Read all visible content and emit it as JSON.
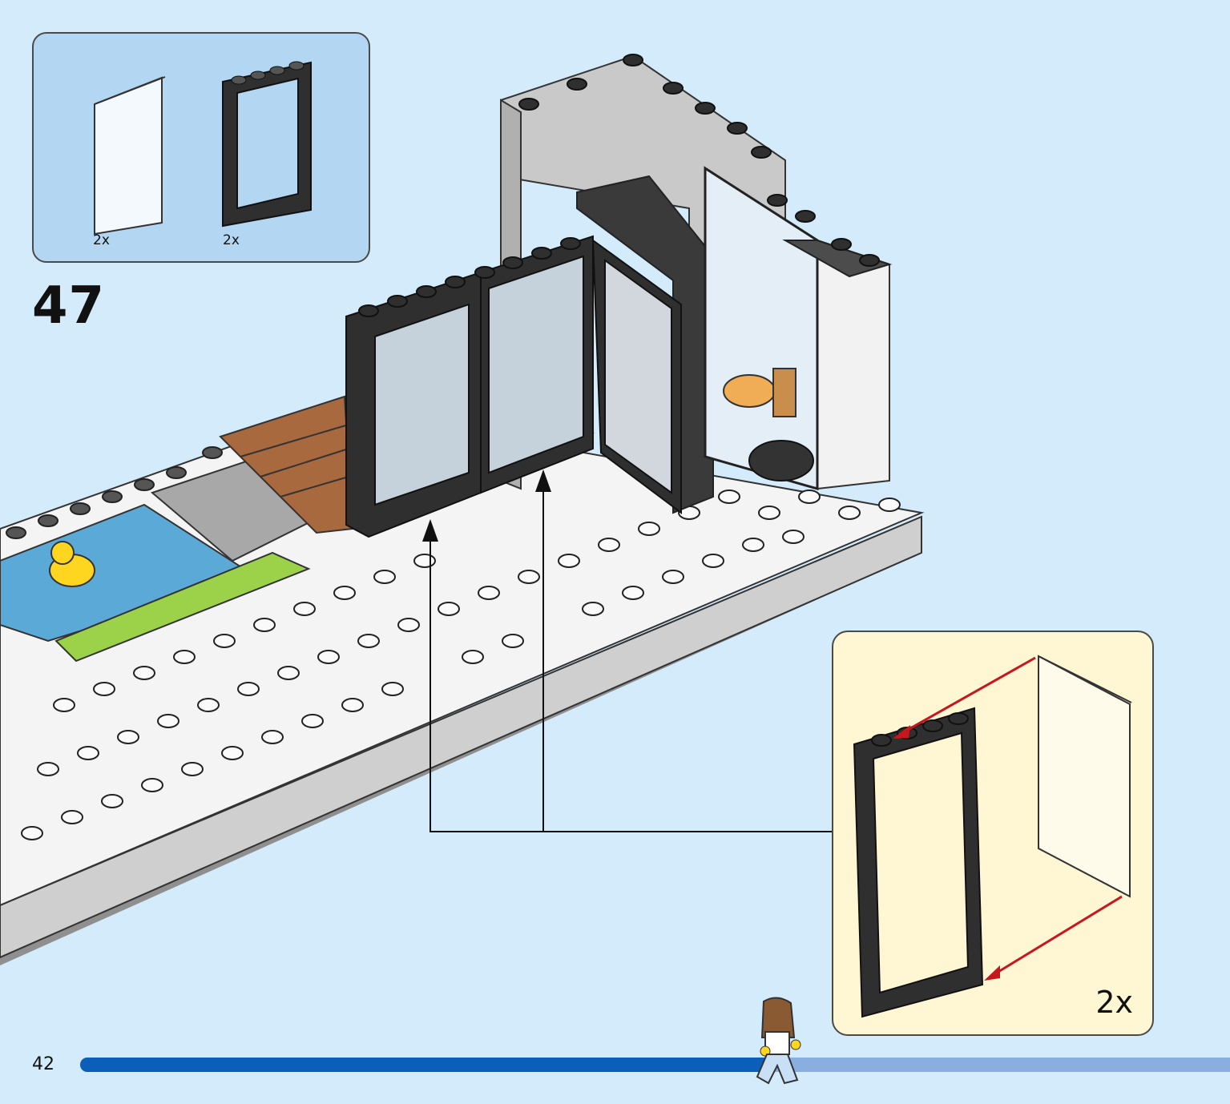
{
  "parts_list": {
    "items": [
      {
        "name": "transparent-glass-panel",
        "count": "2x"
      },
      {
        "name": "black-door-frame",
        "count": "2x"
      }
    ]
  },
  "step": {
    "number": "47"
  },
  "sub_assembly": {
    "count": "2x"
  },
  "footer": {
    "page_number": "42",
    "progress": 0.6
  },
  "colors": {
    "background": "#d3ebfb",
    "parts_box": "#b3d6f3",
    "sub_box": "#fff6d3",
    "progress_fill": "#0b5fb8",
    "progress_track": "#8aaedf"
  }
}
